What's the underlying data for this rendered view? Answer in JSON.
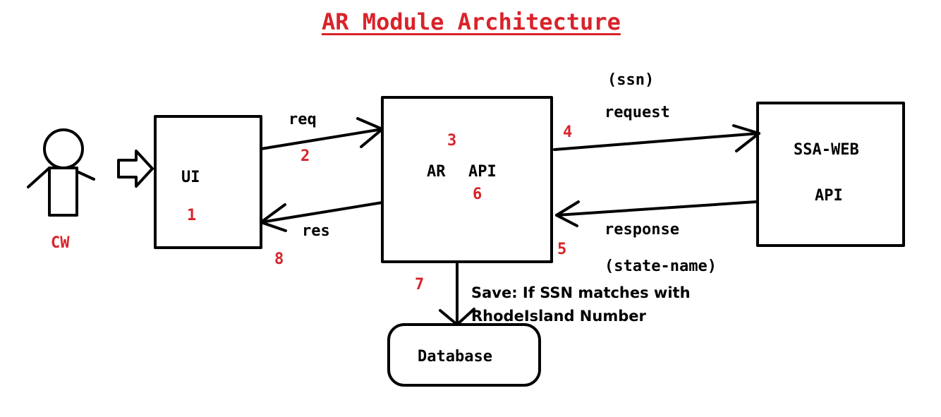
{
  "title": "AR Module Architecture",
  "colors": {
    "accent": "#d9232a",
    "ink": "#000000",
    "background": "#ffffff"
  },
  "actor": {
    "label": "CW",
    "icon": "stick-figure-icon"
  },
  "boxes": {
    "ui": "UI",
    "ar_api_left": "AR",
    "ar_api_right": "API",
    "ssa_line1": "SSA-WEB",
    "ssa_line2": "API",
    "database": "Database"
  },
  "edges": {
    "req": "req",
    "res": "res",
    "ssn": "(ssn)",
    "request": "request",
    "response": "response",
    "state_name": "(state-name)"
  },
  "steps": [
    "1",
    "2",
    "3",
    "4",
    "5",
    "6",
    "7",
    "8"
  ],
  "save_note": {
    "line1": "Save: If SSN matches with",
    "line2": "RhodeIsland Number"
  }
}
